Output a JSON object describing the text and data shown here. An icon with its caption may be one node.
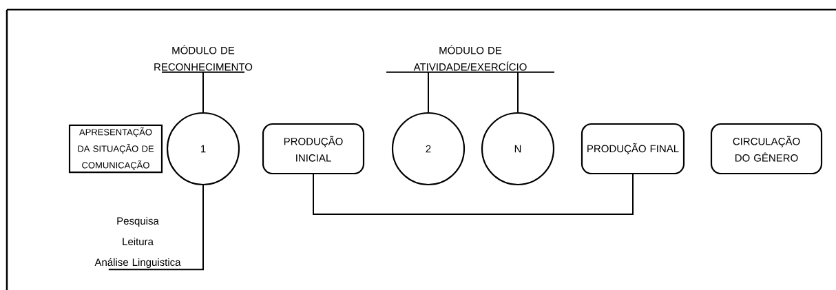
{
  "diagram": {
    "nodes": [
      {
        "text": [
          "MÓDULO DE RECONHECIMENTO"
        ]
      },
      {
        "text": [
          "MÓDULO DE ATIVIDADE/EXERCÍCIO"
        ]
      },
      {
        "text": [
          "APRESENTAÇÃO DA SITUAÇÃO DE COMUNICAÇÃO"
        ]
      },
      {
        "text": [
          "1"
        ]
      },
      {
        "text": [
          "PRODUÇÃO INICIAL"
        ]
      },
      {
        "text": [
          "2"
        ]
      },
      {
        "text": [
          "N"
        ]
      },
      {
        "text": [
          "PRODUÇÃO FINAL"
        ]
      },
      {
        "text": [
          "CIRCULAÇÃO DO GÊNERO"
        ]
      },
      {
        "text": [
          "Pesquisa",
          "Leitura",
          "Análise Linguistica"
        ]
      }
    ],
    "edges": [
      {
        "from": 0,
        "to": 3,
        "arrow": "none"
      },
      {
        "from": 1,
        "to": 5,
        "arrow": "none"
      },
      {
        "from": 1,
        "to": 6,
        "arrow": "none"
      },
      {
        "from": 3,
        "to": 9,
        "arrow": "none"
      },
      {
        "from": 4,
        "to": 7,
        "arrow": "none"
      }
    ]
  }
}
